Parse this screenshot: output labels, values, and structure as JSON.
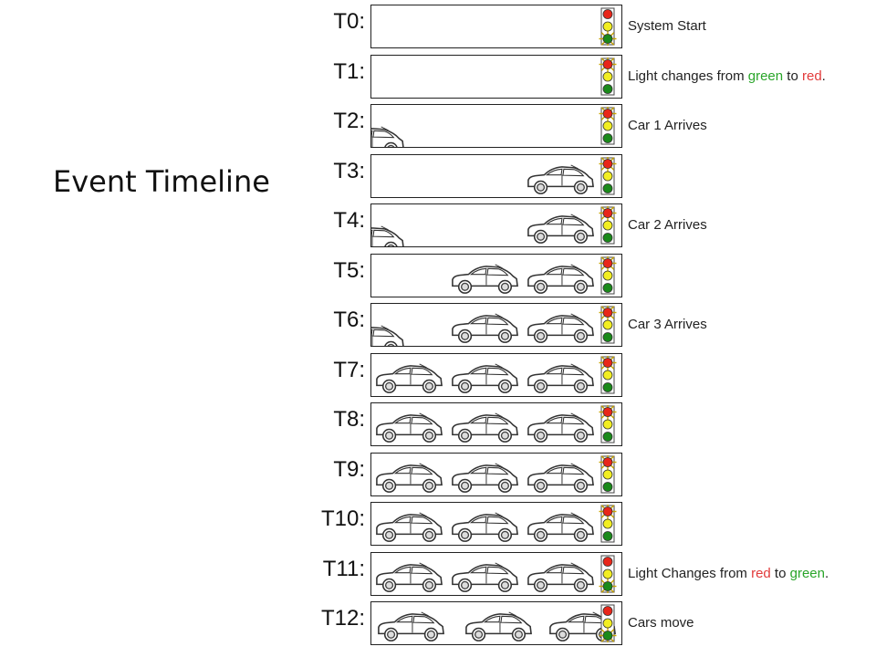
{
  "title": "Event Timeline",
  "colors": {
    "red_text": "#e23a3a",
    "green_text": "#2aa52a",
    "light_red": "#e8261a",
    "light_yellow": "#f2ee22",
    "light_green": "#1a8a1a"
  },
  "icons": {
    "car": "car-icon",
    "light": "traffic-light-icon"
  },
  "steps": [
    {
      "label": "T0:",
      "light": "green",
      "cars": [],
      "caption": [
        {
          "text": "System Start",
          "color": ""
        }
      ]
    },
    {
      "label": "T1:",
      "light": "red",
      "cars": [],
      "caption": [
        {
          "text": "Light changes from ",
          "color": ""
        },
        {
          "text": "green",
          "color": "green"
        },
        {
          "text": " to ",
          "color": ""
        },
        {
          "text": "red",
          "color": "red"
        },
        {
          "text": ".",
          "color": ""
        }
      ]
    },
    {
      "label": "T2:",
      "light": "red",
      "cars": [
        "arriving"
      ],
      "caption": [
        {
          "text": "Car 1 Arrives",
          "color": ""
        }
      ]
    },
    {
      "label": "T3:",
      "light": "red",
      "cars": [
        "slot3"
      ],
      "caption": []
    },
    {
      "label": "T4:",
      "light": "red",
      "cars": [
        "arriving",
        "slot3"
      ],
      "caption": [
        {
          "text": "Car 2 Arrives",
          "color": ""
        }
      ]
    },
    {
      "label": "T5:",
      "light": "red",
      "cars": [
        "slot2",
        "slot3"
      ],
      "caption": []
    },
    {
      "label": "T6:",
      "light": "red",
      "cars": [
        "arriving",
        "slot2",
        "slot3"
      ],
      "caption": [
        {
          "text": "Car 3 Arrives",
          "color": ""
        }
      ]
    },
    {
      "label": "T7:",
      "light": "red",
      "cars": [
        "slot1",
        "slot2",
        "slot3"
      ],
      "caption": []
    },
    {
      "label": "T8:",
      "light": "red",
      "cars": [
        "slot1",
        "slot2",
        "slot3"
      ],
      "caption": []
    },
    {
      "label": "T9:",
      "light": "red",
      "cars": [
        "slot1",
        "slot2",
        "slot3"
      ],
      "caption": []
    },
    {
      "label": "T10:",
      "light": "red",
      "cars": [
        "slot1",
        "slot2",
        "slot3"
      ],
      "caption": []
    },
    {
      "label": "T11:",
      "light": "green",
      "cars": [
        "slot1",
        "slot2",
        "slot3"
      ],
      "caption": [
        {
          "text": "Light Changes from ",
          "color": ""
        },
        {
          "text": "red",
          "color": "red"
        },
        {
          "text": " to ",
          "color": ""
        },
        {
          "text": "green",
          "color": "green"
        },
        {
          "text": ".",
          "color": ""
        }
      ]
    },
    {
      "label": "T12:",
      "light": "green",
      "cars": [
        "moving1",
        "moving2",
        "moving3"
      ],
      "caption": [
        {
          "text": "Cars move",
          "color": ""
        }
      ]
    }
  ]
}
